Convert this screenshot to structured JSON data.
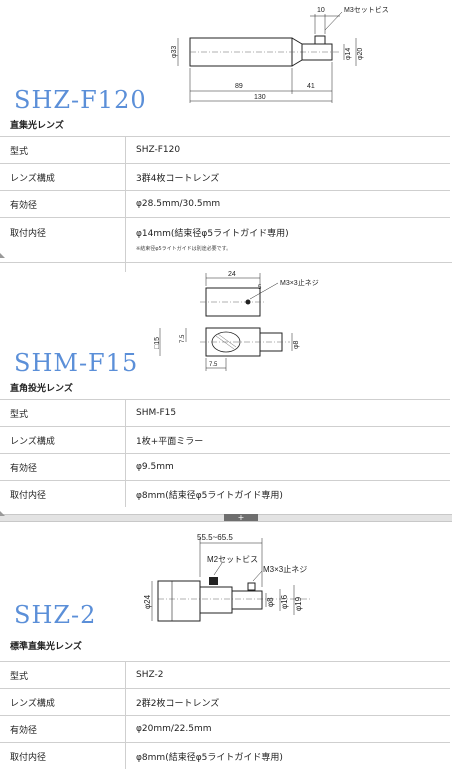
{
  "sections": [
    {
      "title": "SHZ-F120",
      "subtitle": "直集光レンズ",
      "drawing": {
        "dims": [
          "10",
          "M3セットビス",
          "φ33",
          "φ14",
          "φ20",
          "89",
          "41",
          "130"
        ]
      },
      "specs": [
        {
          "label": "型式",
          "value": "SHZ-F120"
        },
        {
          "label": "レンズ構成",
          "value": "3群4枚コートレンズ"
        },
        {
          "label": "有効径",
          "value": "φ28.5mm/30.5mm"
        },
        {
          "label": "取付内径",
          "value": "φ14mm(結束径φ5ライトガイド専用)",
          "note": "※結束径φ5ライトガイドは別途必要です。"
        }
      ]
    },
    {
      "title": "SHM-F15",
      "subtitle": "直角投光レンズ",
      "drawing": {
        "dims": [
          "24",
          "5",
          "M3×3止ネジ",
          "□15",
          "7.5",
          "φ8",
          "7.5"
        ]
      },
      "specs": [
        {
          "label": "型式",
          "value": "SHM-F15"
        },
        {
          "label": "レンズ構成",
          "value": "1枚+平面ミラー"
        },
        {
          "label": "有効径",
          "value": "φ9.5mm"
        },
        {
          "label": "取付内径",
          "value": "φ8mm(結束径φ5ライトガイド専用)"
        }
      ]
    },
    {
      "title": "SHZ-2",
      "subtitle": "標準直集光レンズ",
      "drawing": {
        "dims": [
          "55.5~65.5",
          "M2セットビス",
          "M3×3止ネジ",
          "φ24",
          "φ8",
          "φ16",
          "φ19"
        ]
      },
      "specs": [
        {
          "label": "型式",
          "value": "SHZ-2"
        },
        {
          "label": "レンズ構成",
          "value": "2群2枚コートレンズ"
        },
        {
          "label": "有効径",
          "value": "φ20mm/22.5mm"
        },
        {
          "label": "取付内径",
          "value": "φ8mm(結束径φ5ライトガイド専用)"
        }
      ]
    }
  ],
  "divider": {
    "handle": "+"
  }
}
